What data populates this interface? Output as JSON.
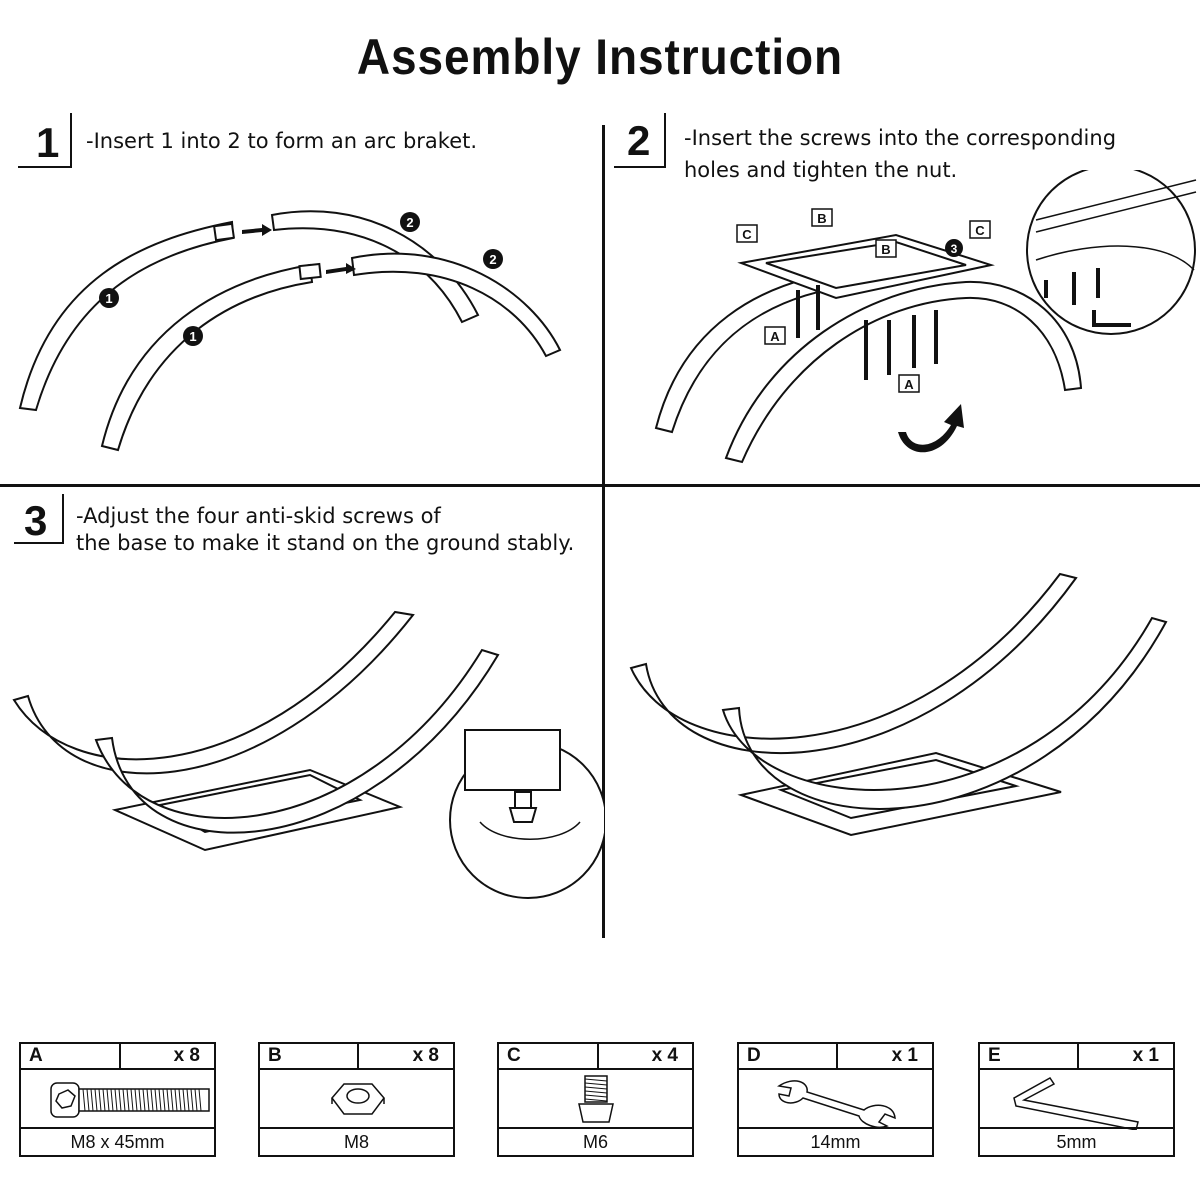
{
  "title": "Assembly Instruction",
  "steps": [
    {
      "number": "1",
      "text": "-Insert 1 into 2 to form an arc braket."
    },
    {
      "number": "2",
      "text": "-Insert the screws into the corresponding\nholes and tighten the nut."
    },
    {
      "number": "3",
      "text": "-Adjust the four anti-skid screws of\nthe base to make it stand on the ground stably."
    }
  ],
  "callouts": {
    "one": "1",
    "two": "2",
    "three": "3",
    "A": "A",
    "B": "B",
    "C": "C"
  },
  "parts": [
    {
      "letter": "A",
      "qty": "x 8",
      "spec": "M8 x 45mm",
      "icon": "hex-socket-bolt-icon"
    },
    {
      "letter": "B",
      "qty": "x 8",
      "spec": "M8",
      "icon": "hex-nut-icon"
    },
    {
      "letter": "C",
      "qty": "x 4",
      "spec": "M6",
      "icon": "leveling-foot-screw-icon"
    },
    {
      "letter": "D",
      "qty": "x 1",
      "spec": "14mm",
      "icon": "open-end-wrench-icon"
    },
    {
      "letter": "E",
      "qty": "x 1",
      "spec": "5mm",
      "icon": "hex-key-icon"
    }
  ]
}
